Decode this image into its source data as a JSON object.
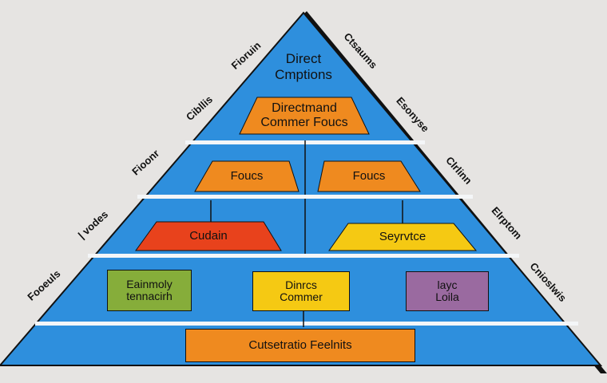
{
  "colors": {
    "background": "#e6e4e2",
    "pyramid_blue": "#2e8fdd",
    "band_line": "#f4f6f8",
    "outline": "#111111",
    "orange": "#ef8a1f",
    "red": "#e8421c",
    "yellow": "#f5c913",
    "green": "#86ad3a",
    "purple": "#9a6aa0"
  },
  "apex": {
    "line1": "Direct",
    "line2": "Cmptions"
  },
  "tier1": {
    "line1": "Directmand",
    "line2": "Commer Foucs"
  },
  "tier2": {
    "left": "Foucs",
    "right": "Foucs"
  },
  "tier3": {
    "left": "Cudain",
    "right": "Seyrvtce"
  },
  "tier4": {
    "left_line1": "Eainmoly",
    "left_line2": "tennacirh",
    "middle_line1": "Dinrcs",
    "middle_line2": "Commer",
    "right_line1": "layc",
    "right_line2": "Loila"
  },
  "base": {
    "label": "Cutsetratio Feelnits"
  },
  "left_labels": [
    "Fioruin",
    "Cibllis",
    "Fioonr",
    "| vodes",
    "Fooeuls"
  ],
  "right_labels": [
    "Ctsaums",
    "Esonyse",
    "Clrlinn",
    "Elrptom",
    "Cnioslwis"
  ]
}
